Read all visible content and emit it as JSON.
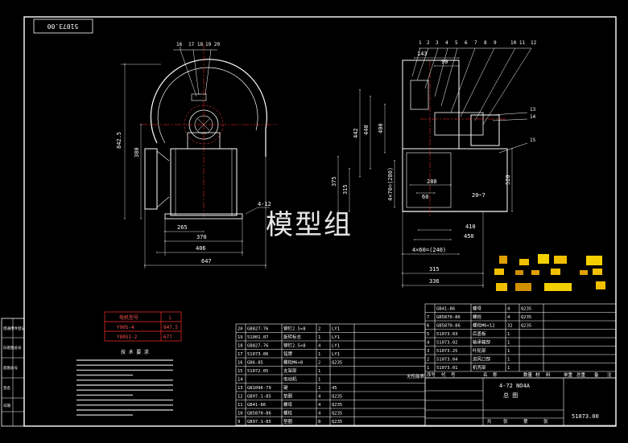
{
  "corner_code": "51073.00",
  "watermark": "模型组",
  "front_view": {
    "balloons": [
      "16",
      "17 18",
      "19 20"
    ],
    "dims": {
      "height": "842.5",
      "center_h": "380",
      "w1": "265",
      "w2": "370",
      "w3": "406",
      "w4": "647",
      "note": "4-12"
    }
  },
  "side_view": {
    "balloons": [
      "1",
      "2",
      "3",
      "4",
      "5",
      "6",
      "7",
      "8",
      "9",
      "10 11",
      "12"
    ],
    "right_balloons": [
      "13",
      "14",
      "15"
    ],
    "dims": {
      "top": [
        "143",
        "90"
      ],
      "left": [
        "442",
        "440",
        "400",
        "375",
        "315",
        "4×70=(280)"
      ],
      "inner": [
        "280",
        "60",
        "20~7"
      ],
      "right": "520",
      "bottom": [
        "410",
        "450",
        "4×60=(240)",
        "315",
        "336"
      ]
    }
  },
  "motor_table": {
    "headers": [
      "电机型号",
      "L"
    ],
    "rows": [
      [
        "Y90S-4",
        "847.5"
      ],
      [
        "Y80S1-2",
        "677"
      ]
    ]
  },
  "notes_title": "技 术 要 求",
  "notes_lines": 12,
  "left_strip": [
    "借通用件登记",
    "旧底图总号",
    "底图总号",
    "签名",
    "日期"
  ],
  "parts_left": [
    [
      "20",
      "GB827-76",
      "铆钉2.5×8",
      "2",
      "LY1",
      ""
    ],
    [
      "19",
      "51001.07",
      "旋转标志",
      "1",
      "LY1",
      ""
    ],
    [
      "18",
      "GB827-76",
      "铆钉2.5×8",
      "4",
      "LY1",
      ""
    ],
    [
      "17",
      "51073.06",
      "铭牌",
      "1",
      "LY1",
      ""
    ],
    [
      "16",
      "GB6-85",
      "螺栓M6×8",
      "2",
      "Q235",
      ""
    ],
    [
      "15",
      "51072.05",
      "支架部",
      "1",
      "",
      ""
    ],
    [
      "14",
      "",
      "电动机",
      "1",
      "",
      ""
    ],
    [
      "13",
      "GB1096-79",
      "键",
      "1",
      "45",
      ""
    ],
    [
      "12",
      "GB97.1-85",
      "垫圈",
      "4",
      "Q235",
      ""
    ],
    [
      "11",
      "GB41-86",
      "螺母",
      "4",
      "Q235",
      ""
    ],
    [
      "10",
      "GB5870-86",
      "螺栓",
      "4",
      "Q235",
      ""
    ],
    [
      "9",
      "GB97.1-85",
      "垫圈",
      "8",
      "Q235",
      ""
    ]
  ],
  "parts_right": [
    [
      "",
      "GB41-86",
      "螺母",
      "4",
      "Q235",
      ""
    ],
    [
      "7",
      "GB5870-86",
      "螺栓",
      "4",
      "Q235",
      ""
    ],
    [
      "6",
      "GB5870-86",
      "螺栓M6×12",
      "32",
      "Q235",
      ""
    ],
    [
      "5",
      "51073.03",
      "后盖板",
      "1",
      "",
      ""
    ],
    [
      "4",
      "51073.02",
      "轴承箱部",
      "1",
      "",
      ""
    ],
    [
      "3",
      "51073.25",
      "叶轮部",
      "1",
      "",
      ""
    ],
    [
      "2",
      "51073.04",
      "进风口部",
      "1",
      "",
      ""
    ],
    [
      "1",
      "51073.01",
      "机壳部",
      "1",
      "",
      ""
    ]
  ],
  "header_row": [
    "序号",
    "代",
    "号",
    "名",
    "称",
    "数量",
    "材",
    "料",
    "单重",
    "总重",
    "备",
    "注"
  ],
  "title_block": {
    "model": "4-72 NO4A",
    "name": "总 图",
    "code": "51073.00",
    "stage": "无性能表",
    "labels": [
      "共",
      "张",
      "第",
      "张"
    ]
  }
}
